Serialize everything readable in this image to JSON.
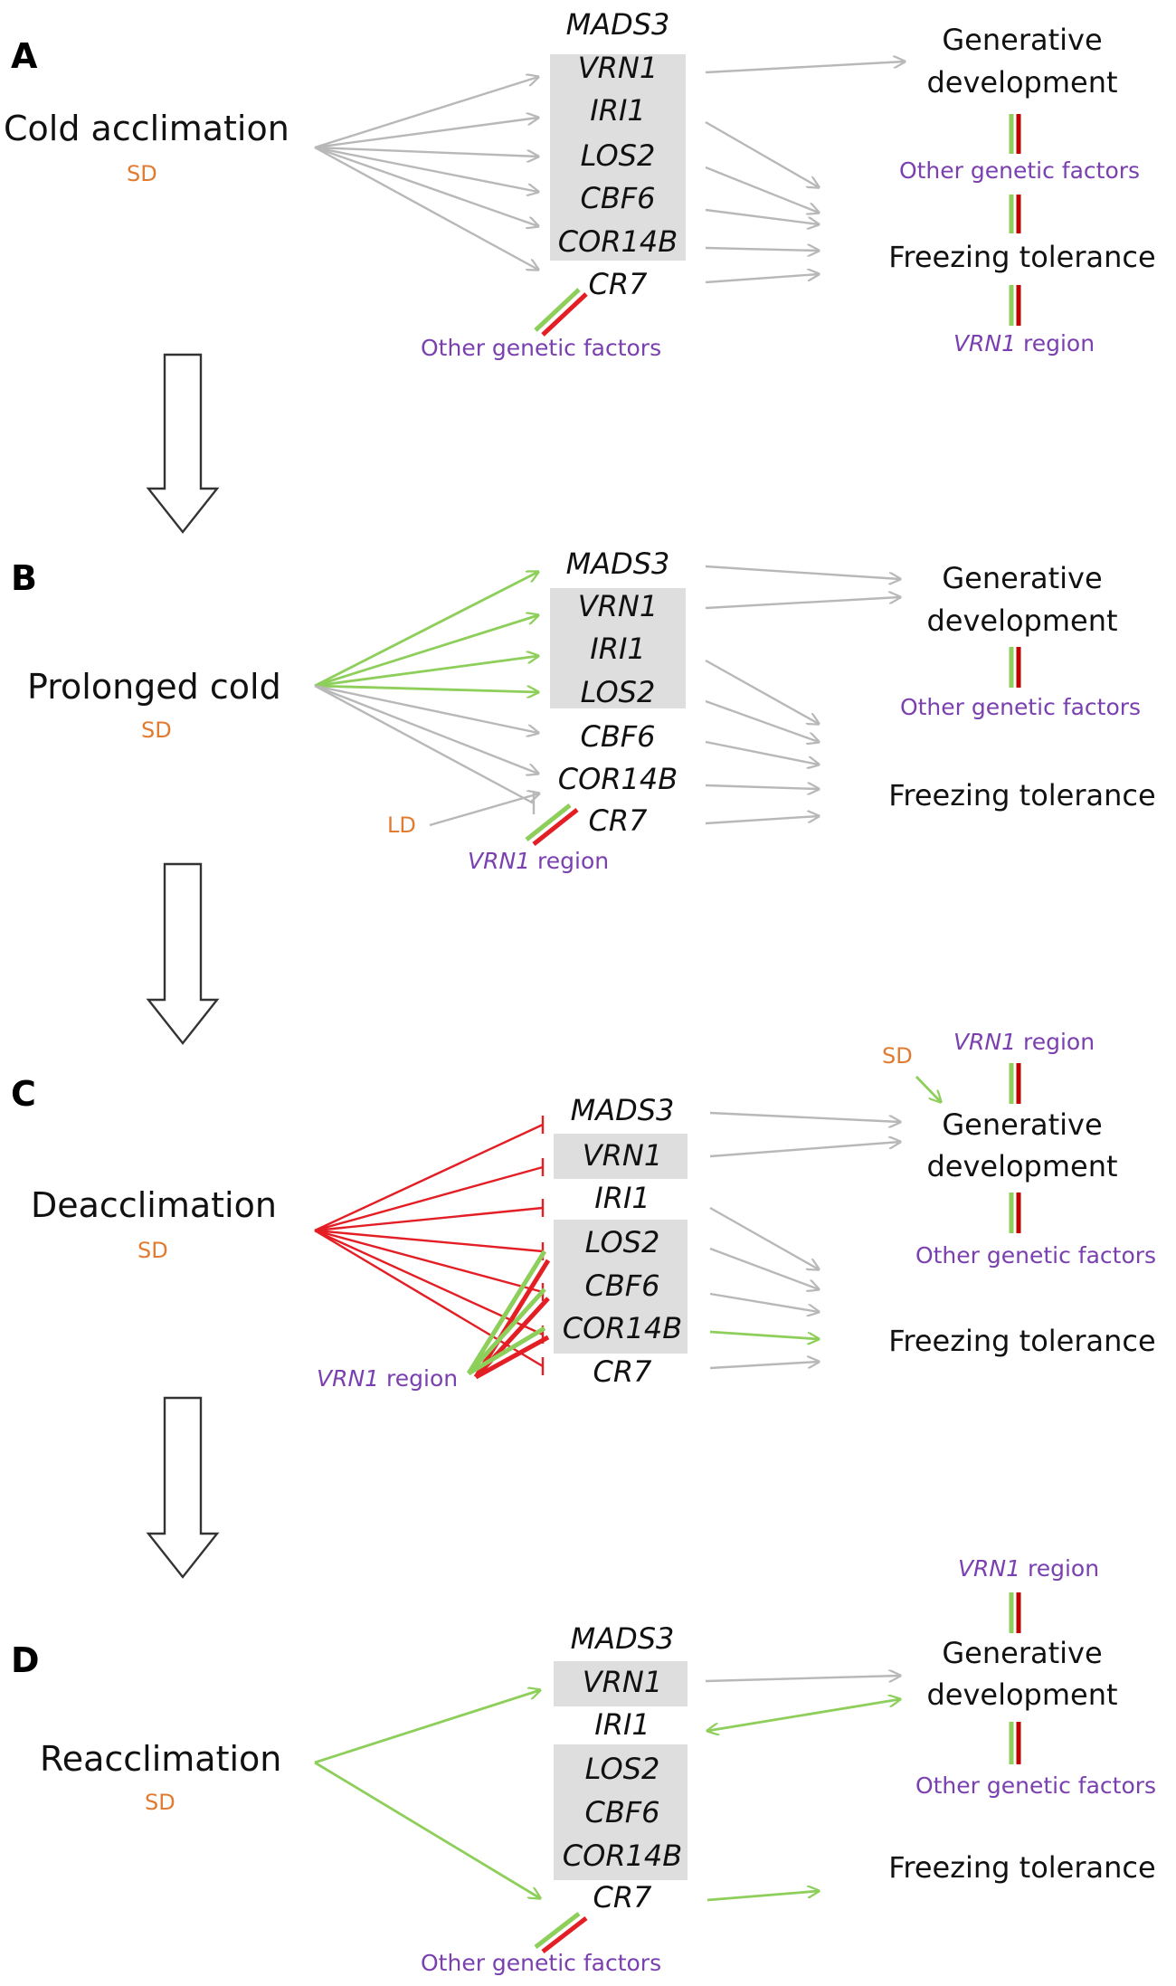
{
  "panels": [
    {
      "letter": "A",
      "condition": "Cold acclimation",
      "photoperiod": "SD",
      "genes": [
        "MADS3",
        "VRN1",
        "IRI1",
        "LOS2",
        "CBF6",
        "COR14B",
        "CR7"
      ],
      "gene_inhibitor_label": "Other genetic factors",
      "outcomes": {
        "gen_line1": "Generative",
        "gen_line2": "development",
        "freeze": "Freezing tolerance"
      },
      "right_labels": {
        "middle": "Other genetic factors",
        "bottom_italic": "VRN1",
        "bottom_rest": " region"
      }
    },
    {
      "letter": "B",
      "condition": "Prolonged cold",
      "photoperiod": "SD",
      "ld_label": "LD",
      "genes": [
        "MADS3",
        "VRN1",
        "IRI1",
        "LOS2",
        "CBF6",
        "COR14B",
        "CR7"
      ],
      "gene_inhibitor_italic": "VRN1",
      "gene_inhibitor_rest": " region",
      "outcomes": {
        "gen_line1": "Generative",
        "gen_line2": "development",
        "freeze": "Freezing tolerance"
      },
      "right_labels": {
        "middle": "Other genetic factors"
      }
    },
    {
      "letter": "C",
      "condition": "Deacclimation",
      "photoperiod": "SD",
      "sd_right": "SD",
      "genes": [
        "MADS3",
        "VRN1",
        "IRI1",
        "LOS2",
        "CBF6",
        "COR14B",
        "CR7"
      ],
      "vrn_italic": "VRN1",
      "vrn_rest": " region",
      "outcomes": {
        "gen_line1": "Generative",
        "gen_line2": "development",
        "freeze": "Freezing tolerance"
      },
      "right_labels": {
        "top_italic": "VRN1",
        "top_rest": " region",
        "middle": "Other genetic factors"
      }
    },
    {
      "letter": "D",
      "condition": "Reacclimation",
      "photoperiod": "SD",
      "genes": [
        "MADS3",
        "VRN1",
        "IRI1",
        "LOS2",
        "CBF6",
        "COR14B",
        "CR7"
      ],
      "gene_inhibitor_label": "Other genetic factors",
      "outcomes": {
        "gen_line1": "Generative",
        "gen_line2": "development",
        "freeze": "Freezing tolerance"
      },
      "right_labels": {
        "top_italic": "VRN1",
        "top_rest": " region",
        "middle": "Other genetic factors"
      }
    }
  ],
  "colors": {
    "grey_arrow": "#b8b8b8",
    "green_arrow": "#8dcf5a",
    "red_inhibition": "#e31e24",
    "dark_red_bar": "#c00000",
    "photoperiod_orange": "#e07b30",
    "label_purple": "#7a40b0",
    "gene_box_grey": "#dedede"
  }
}
